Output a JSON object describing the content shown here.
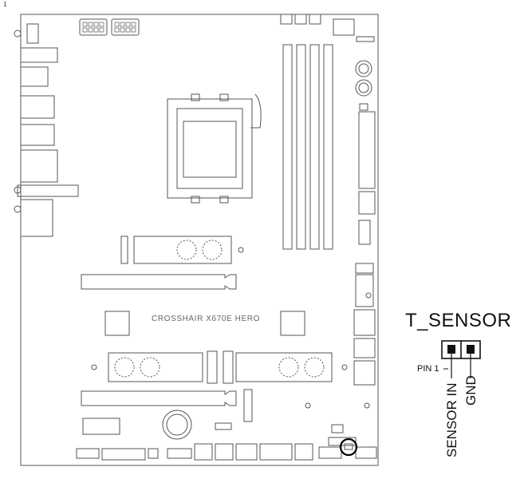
{
  "diagram": {
    "title": "T_SENSOR",
    "board_silkscreen": "CROSSHAIR X670E HERO",
    "pin_label": "PIN 1",
    "pins": [
      {
        "label": "SENSOR IN"
      },
      {
        "label": "GND"
      }
    ],
    "top_marker": "1"
  },
  "colors": {
    "line": "#111111",
    "board_line": "#555555"
  }
}
